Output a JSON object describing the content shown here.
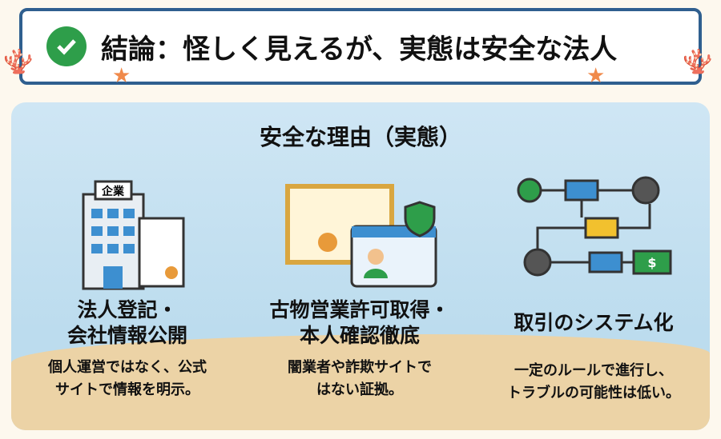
{
  "header": {
    "title": "結論：怪しく見えるが、実態は安全な法人",
    "icon": "check-circle-icon",
    "accent": "#2e9e4a"
  },
  "section": {
    "title": "安全な理由（実態）"
  },
  "columns": [
    {
      "heading_line1": "法人登記・",
      "heading_line2": "会社情報公開",
      "desc_line1": "個人運営ではなく、公式",
      "desc_line2": "サイトで情報を明示。",
      "icon": "company-building-icon",
      "sign": "企業"
    },
    {
      "heading_line1": "古物営業許可取得・",
      "heading_line2": "本人確認徹底",
      "desc_line1": "闇業者や詐欺サイトで",
      "desc_line2": "はない証拠。",
      "icon": "certificate-id-shield-icon"
    },
    {
      "heading_line1": "取引のシステム化",
      "heading_line2": "",
      "desc_line1": "一定のルールで進行し、",
      "desc_line2": "トラブルの可能性は低い。",
      "icon": "workflow-gears-icon",
      "money": "$"
    }
  ]
}
